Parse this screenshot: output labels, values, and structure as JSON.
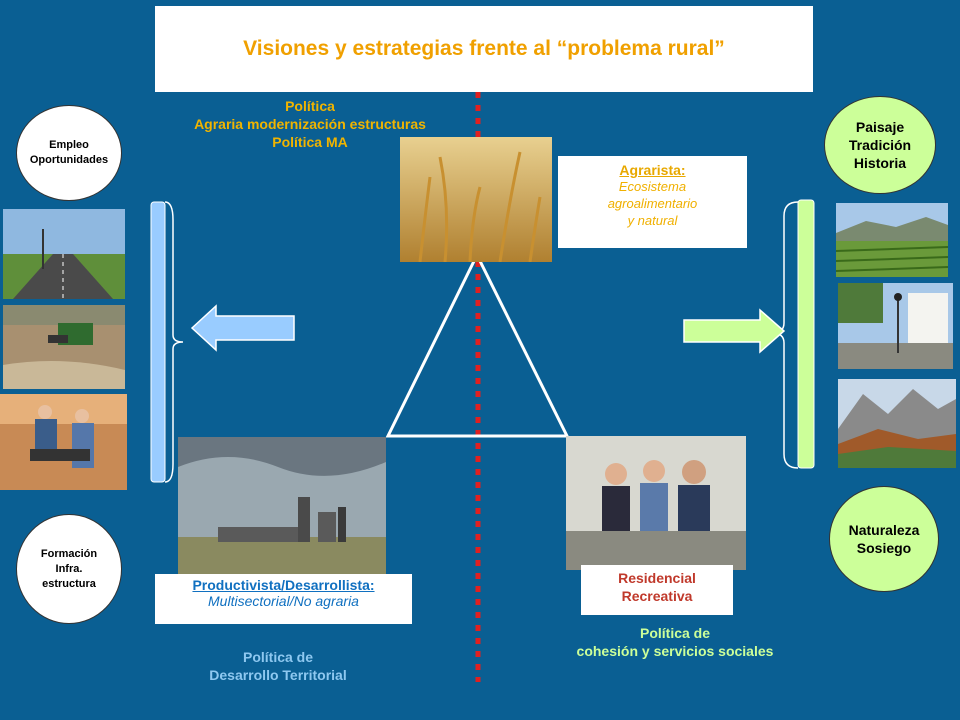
{
  "title": "Visiones y estrategias frente al “problema rural”",
  "politica_agraria": [
    "Política",
    "Agraria modernización estructuras",
    "Política MA"
  ],
  "left_circle_top": [
    "Empleo",
    "Oportunidades"
  ],
  "left_circle_bottom": [
    "Formación",
    "Infra.",
    "estructura"
  ],
  "right_circle_top": [
    "Paisaje",
    "Tradición",
    "Historia"
  ],
  "right_circle_bottom": [
    "Naturaleza",
    "Sosiego"
  ],
  "agrarista": {
    "title": "Agrarista:",
    "lines": [
      "Ecosistema",
      "agroalimentario",
      "y natural"
    ]
  },
  "productivista": {
    "title": "Productivista/Desarrollista:",
    "subtitle": "Multisectorial/No agraria"
  },
  "residencial": [
    "Residencial",
    "Recreativa"
  ],
  "cohesion": [
    "Política de",
    "cohesión y servicios sociales"
  ],
  "territorial": [
    "Política de",
    "Desarrollo Territorial"
  ],
  "colors": {
    "background": "#0a5f93",
    "title": "#f0a000",
    "green_arrow": "#ccff99",
    "blue_arrow": "#99ccff",
    "divider": "#e02020"
  }
}
